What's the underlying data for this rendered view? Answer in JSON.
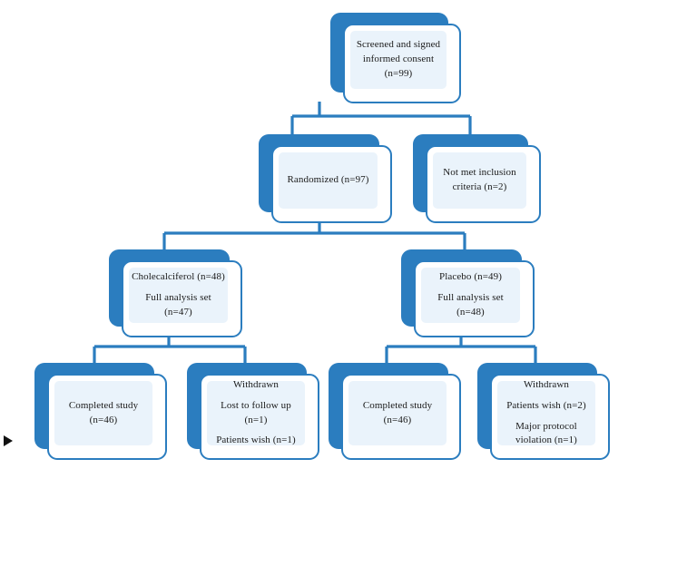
{
  "diagram": {
    "title": "CONSORT participant flow diagram",
    "type": "flowchart",
    "colors": {
      "box_border": "#2b7dbf",
      "box_shadow_plate": "#2b7dbf",
      "box_fill": "#ffffff",
      "panel_fill": "#eaf3fb",
      "connector": "#2b7dbf",
      "text": "#1a1a1a"
    },
    "nodes": {
      "screened": {
        "id": "screened",
        "lines": [
          "Screened and signed",
          "informed consent",
          "(n=99)"
        ]
      },
      "randomized": {
        "id": "randomized",
        "lines": [
          "Randomized (n=97)"
        ]
      },
      "not_met": {
        "id": "not-met-inclusion",
        "lines": [
          "Not met inclusion",
          "criteria (n=2)"
        ]
      },
      "cholecalciferol": {
        "id": "cholecalciferol-arm",
        "lines": [
          "Cholecalciferol (n=48)",
          "Full analysis set",
          "(n=47)"
        ]
      },
      "placebo": {
        "id": "placebo-arm",
        "lines": [
          "Placebo (n=49)",
          "Full analysis set",
          "(n=48)"
        ]
      },
      "completed_chol": {
        "id": "completed-study-cholecalciferol",
        "lines": [
          "Completed study",
          "(n=46)"
        ]
      },
      "withdrawn_chol": {
        "id": "withdrawn-cholecalciferol",
        "lines": [
          "Withdrawn",
          "Lost to follow up",
          "(n=1)",
          "Patients wish (n=1)"
        ]
      },
      "completed_plac": {
        "id": "completed-study-placebo",
        "lines": [
          "Completed study",
          "(n=46)"
        ]
      },
      "withdrawn_plac": {
        "id": "withdrawn-placebo",
        "lines": [
          "Withdrawn",
          "Patients wish (n=2)",
          "Major protocol",
          "violation (n=1)"
        ]
      }
    }
  }
}
